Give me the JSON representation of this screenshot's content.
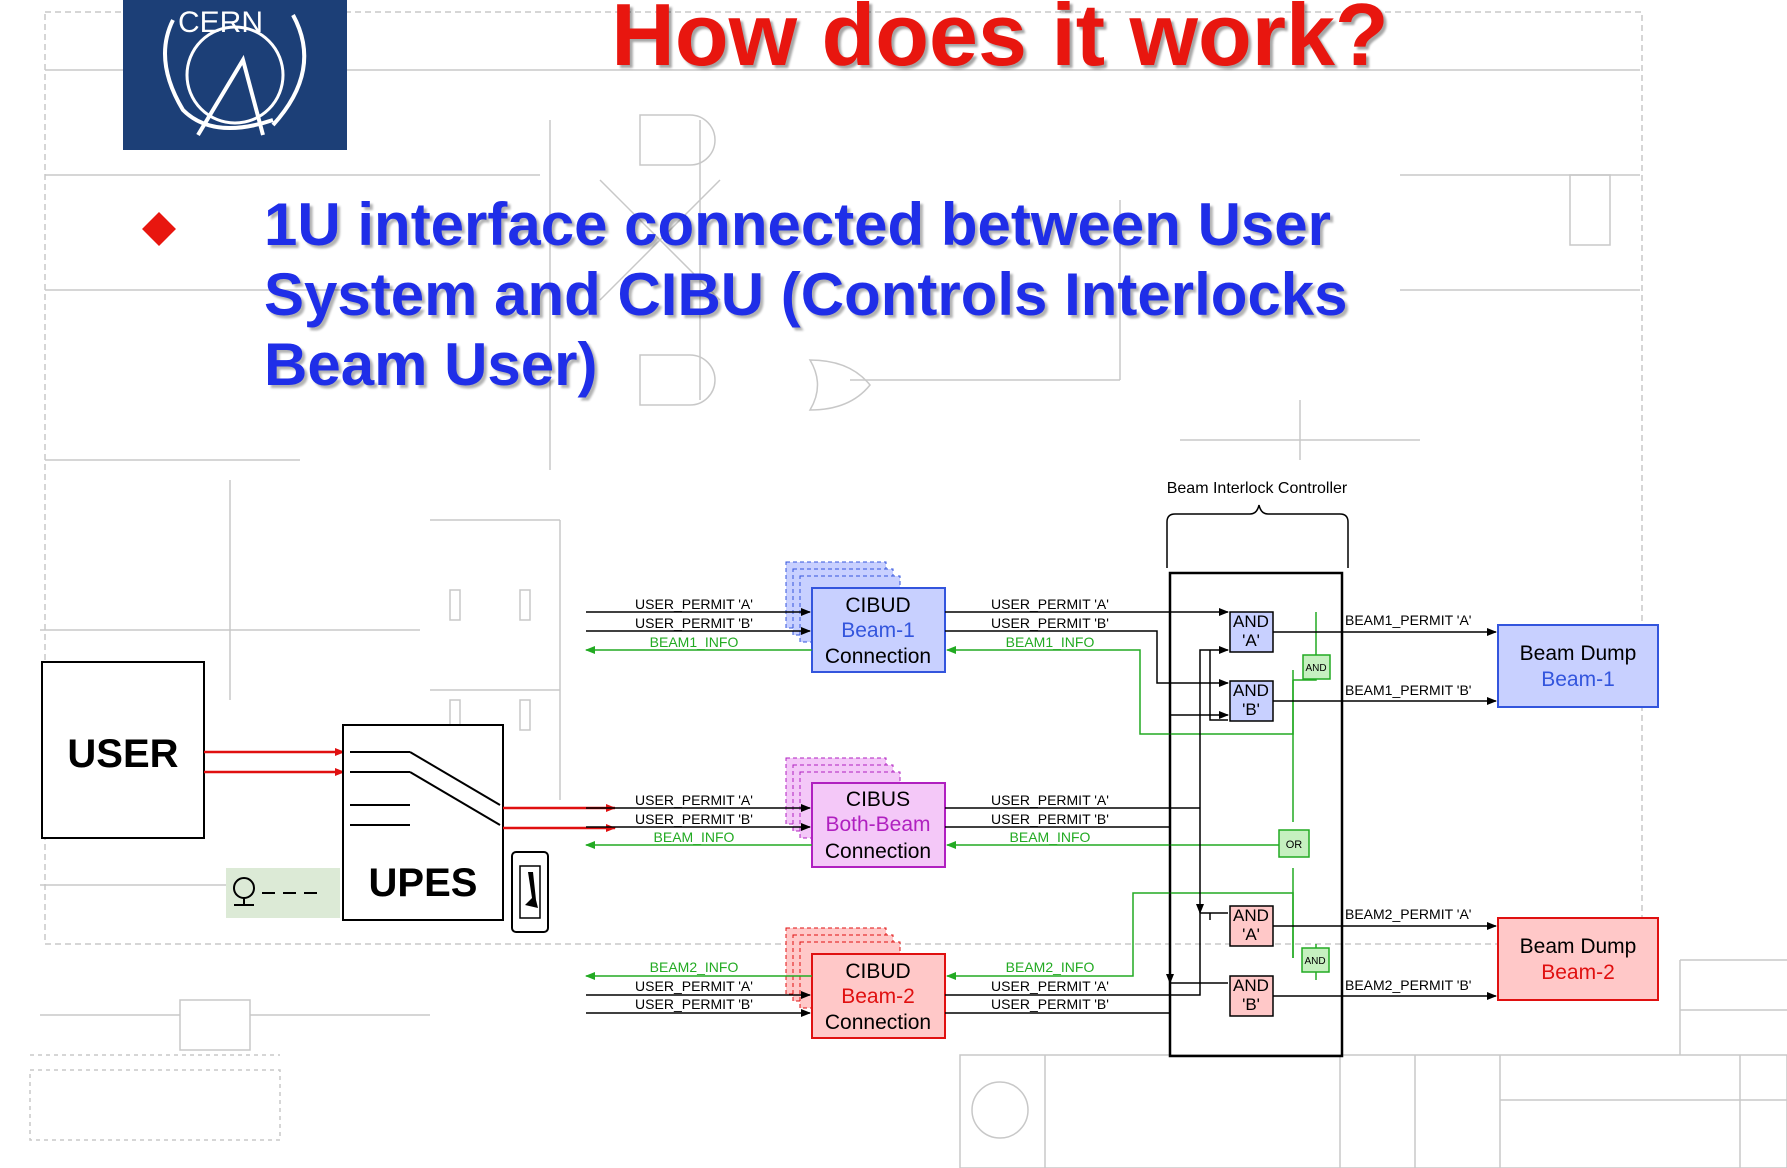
{
  "slide": {
    "title": "How does it work?",
    "bullet": "1U interface connected between User System and CIBU (Controls Interlocks Beam User)"
  },
  "logo": {
    "text": "CERN"
  },
  "diagram": {
    "bic_label": "Beam Interlock Controller",
    "user_label": "USER",
    "upes_label": "UPES",
    "cibud1": {
      "line1": "CIBUD",
      "line2": "Beam-1",
      "line3": "Connection"
    },
    "cibus": {
      "line1": "CIBUS",
      "line2": "Both-Beam",
      "line3": "Connection"
    },
    "cibud2": {
      "line1": "CIBUD",
      "line2": "Beam-2",
      "line3": "Connection"
    },
    "signals": {
      "user_permit_a": "USER_PERMIT 'A'",
      "user_permit_b": "USER_PERMIT 'B'",
      "beam1_info": "BEAM1_INFO",
      "beam_info": "BEAM_INFO",
      "beam2_info": "BEAM2_INFO",
      "beam1_permit_a": "BEAM1_PERMIT 'A'",
      "beam1_permit_b": "BEAM1_PERMIT 'B'",
      "beam2_permit_a": "BEAM2_PERMIT 'A'",
      "beam2_permit_b": "BEAM2_PERMIT 'B'"
    },
    "gates": {
      "and": "AND",
      "or": "OR",
      "a": "'A'",
      "b": "'B'"
    },
    "dump1": {
      "line1": "Beam Dump",
      "line2": "Beam-1"
    },
    "dump2": {
      "line1": "Beam Dump",
      "line2": "Beam-2"
    }
  },
  "colors": {
    "title_red": "#e8160f",
    "bullet_blue": "#1f2ee8",
    "beam1_blue": "#3355dd",
    "beam2_red": "#e01010",
    "both_magenta": "#b020c0",
    "signal_green": "#22aa22",
    "logo_navy": "#1c3f77"
  }
}
